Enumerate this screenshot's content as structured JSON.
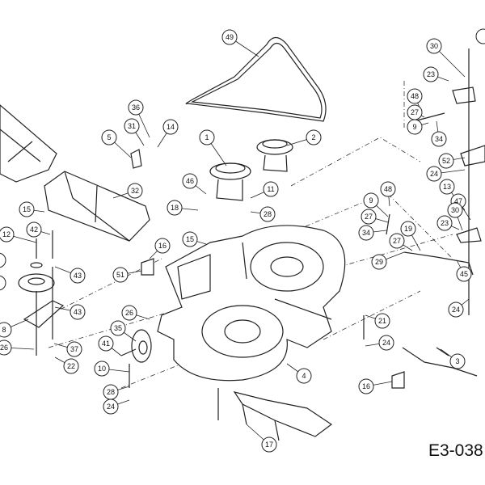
{
  "drawing_code": "E3-038",
  "callouts": [
    "49",
    "30",
    "23",
    "48",
    "27",
    "9",
    "34",
    "36",
    "31",
    "14",
    "5",
    "1",
    "2",
    "52",
    "24",
    "32",
    "46",
    "11",
    "13",
    "18",
    "28",
    "9",
    "48",
    "27",
    "47",
    "15",
    "30",
    "23",
    "12",
    "42",
    "34",
    "19",
    "27",
    "15",
    "16",
    "29",
    "51",
    "43",
    "45",
    "26",
    "43",
    "24",
    "8",
    "35",
    "21",
    "41",
    "26",
    "37",
    "24",
    "22",
    "10",
    "3",
    "4",
    "16",
    "28",
    "24",
    "17"
  ]
}
